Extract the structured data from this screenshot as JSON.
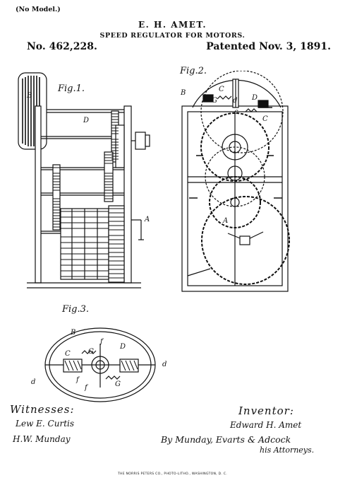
{
  "header": {
    "model_note": "(No Model.)",
    "inventor": "E. H. AMET.",
    "title": "SPEED REGULATOR FOR MOTORS.",
    "patent_number": "No. 462,228.",
    "patent_date": "Patented Nov. 3, 1891."
  },
  "figures": {
    "fig1": {
      "label": "Fig.1.",
      "parts": [
        "B",
        "D",
        "A"
      ]
    },
    "fig2": {
      "label": "Fig.2.",
      "parts": [
        "B",
        "C",
        "G",
        "d",
        "D",
        "c",
        "C",
        "A"
      ]
    },
    "fig3": {
      "label": "Fig.3.",
      "parts": [
        "B",
        "f",
        "G",
        "D",
        "C",
        "d",
        "d",
        "f",
        "f",
        "G"
      ]
    }
  },
  "signatures": {
    "witnesses_heading": "Witnesses:",
    "witness_1": "Lew E. Curtis",
    "witness_2": "H.W. Munday",
    "inventor_heading": "Inventor:",
    "inventor_name": "Edward H. Amet",
    "attorneys_line": "By Munday, Evarts & Adcock",
    "attorneys_suffix": "his Attorneys."
  },
  "footer": {
    "printer": "THE NORRIS PETERS CO., PHOTO-LITHO., WASHINGTON, D. C."
  }
}
